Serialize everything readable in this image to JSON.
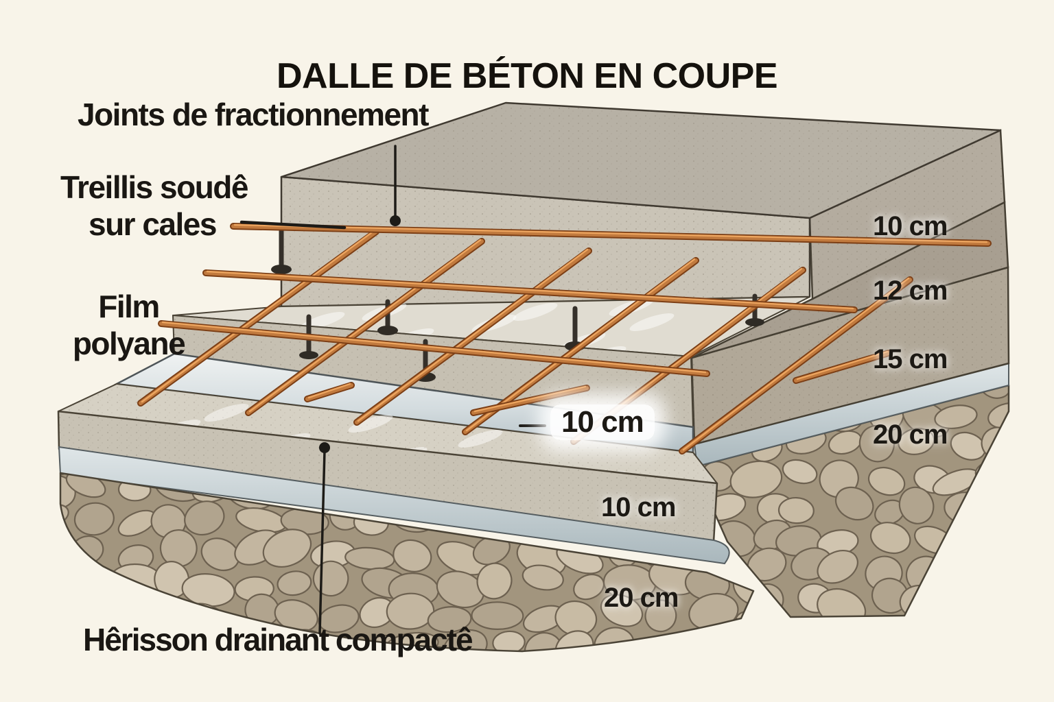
{
  "title": "DALLE DE BÉTON EN COUPE",
  "labels": {
    "joints": "Joints de fractionnement",
    "treillis": {
      "line1": "Treillis soudê",
      "line2": "sur cales"
    },
    "film": {
      "line1": "Film",
      "line2": "polyane"
    },
    "herisson": "Hêrisson drainant compactê"
  },
  "measurements": {
    "layer_top_slab": "10 cm",
    "layer_second_slab": "12 cm",
    "layer_third_slab": "15 cm",
    "layer_gravel_right": "20 cm",
    "slab_highlight": "10 cm",
    "slab_front": "10 cm",
    "gravel_front": "20 cm"
  },
  "colors": {
    "background": "#f8f4e9",
    "concrete_top": "#b7b1a5",
    "concrete_front": "#cac4b7",
    "concrete_cut_face": "#a89f91",
    "mesh_surface": "#e0dcd1",
    "copper_rebar": "#c17a3e",
    "polyane_film": "#ccd6da",
    "gravel": "#b7aa94",
    "stone_outline": "#6d6150",
    "text": "#1a1713"
  }
}
